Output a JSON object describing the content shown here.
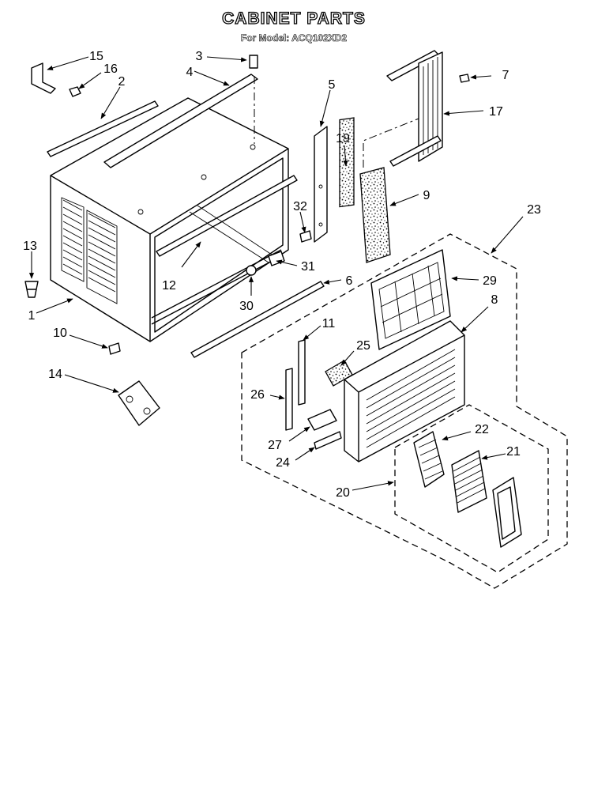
{
  "title": "CABINET PARTS",
  "subtitle": "For Model: ACQ102XD2",
  "callouts": [
    "1",
    "2",
    "3",
    "4",
    "5",
    "6",
    "7",
    "8",
    "9",
    "10",
    "11",
    "12",
    "13",
    "14",
    "15",
    "16",
    "17",
    "19",
    "20",
    "21",
    "22",
    "23",
    "24",
    "25",
    "26",
    "27",
    "29",
    "30",
    "31",
    "32"
  ]
}
